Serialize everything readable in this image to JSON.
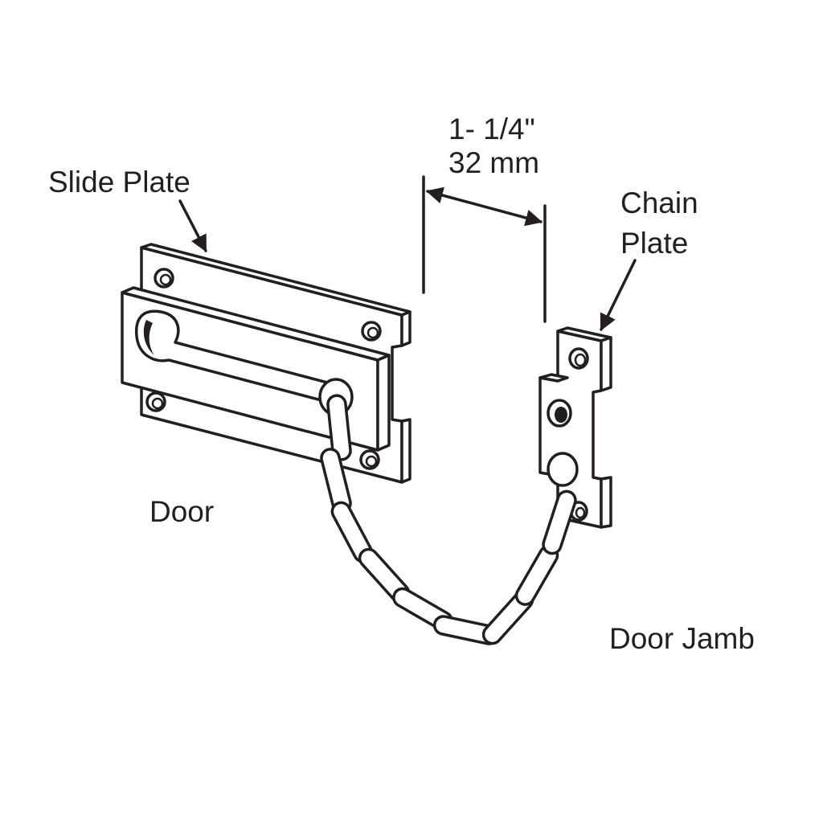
{
  "labels": {
    "slide_plate": "Slide Plate",
    "chain_plate_line1": "Chain",
    "chain_plate_line2": "Plate",
    "door": "Door",
    "door_jamb": "Door Jamb",
    "dimension_imperial": "1- 1/4\"",
    "dimension_metric": "32 mm"
  },
  "colors": {
    "ink": "#231f20",
    "paper": "#ffffff"
  }
}
